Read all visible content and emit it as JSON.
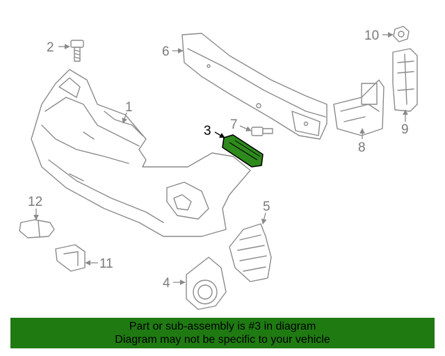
{
  "highlight_color": "#2e8a1c",
  "banner": {
    "background": "#1f7a12",
    "line1": "Part or sub-assembly is #3 in diagram",
    "line2": "Diagram may not be specific to your vehicle"
  },
  "callouts": {
    "c1": "1",
    "c2": "2",
    "c3": "3",
    "c4": "4",
    "c5": "5",
    "c6": "6",
    "c7": "7",
    "c8": "8",
    "c9": "9",
    "c10": "10",
    "c11": "11",
    "c12": "12"
  },
  "highlighted_part": "3"
}
